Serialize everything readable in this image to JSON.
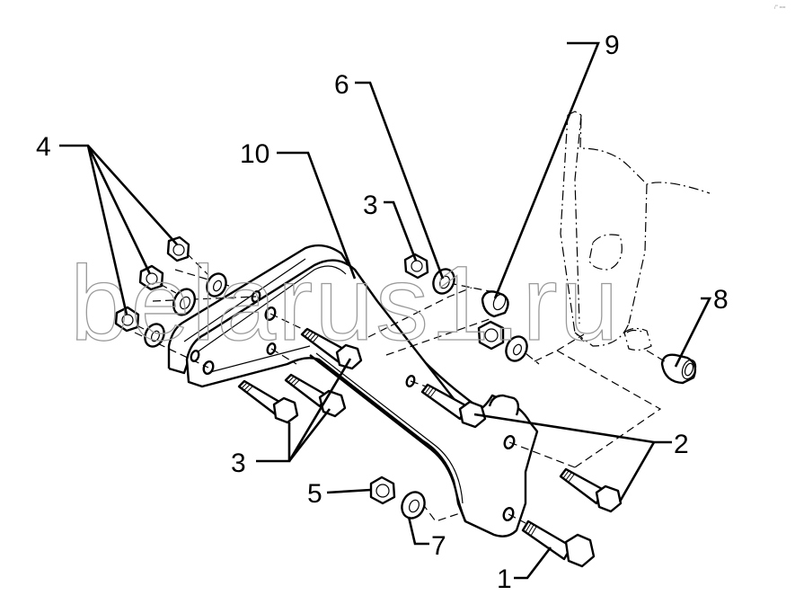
{
  "diagram": {
    "kind": "exploded parts view",
    "watermark": "belarus1.ru",
    "corner_mark": "/\" ==",
    "callouts": [
      {
        "id": "c1",
        "label": "1"
      },
      {
        "id": "c2",
        "label": "2"
      },
      {
        "id": "c3a",
        "label": "3"
      },
      {
        "id": "c3b",
        "label": "3"
      },
      {
        "id": "c4",
        "label": "4"
      },
      {
        "id": "c5",
        "label": "5"
      },
      {
        "id": "c6",
        "label": "6"
      },
      {
        "id": "c7",
        "label": "7"
      },
      {
        "id": "c8",
        "label": "8"
      },
      {
        "id": "c9",
        "label": "9"
      },
      {
        "id": "c10",
        "label": "10"
      }
    ],
    "colors": {
      "line": "#000000",
      "background": "#ffffff",
      "watermark": "#9a9a9a"
    }
  }
}
